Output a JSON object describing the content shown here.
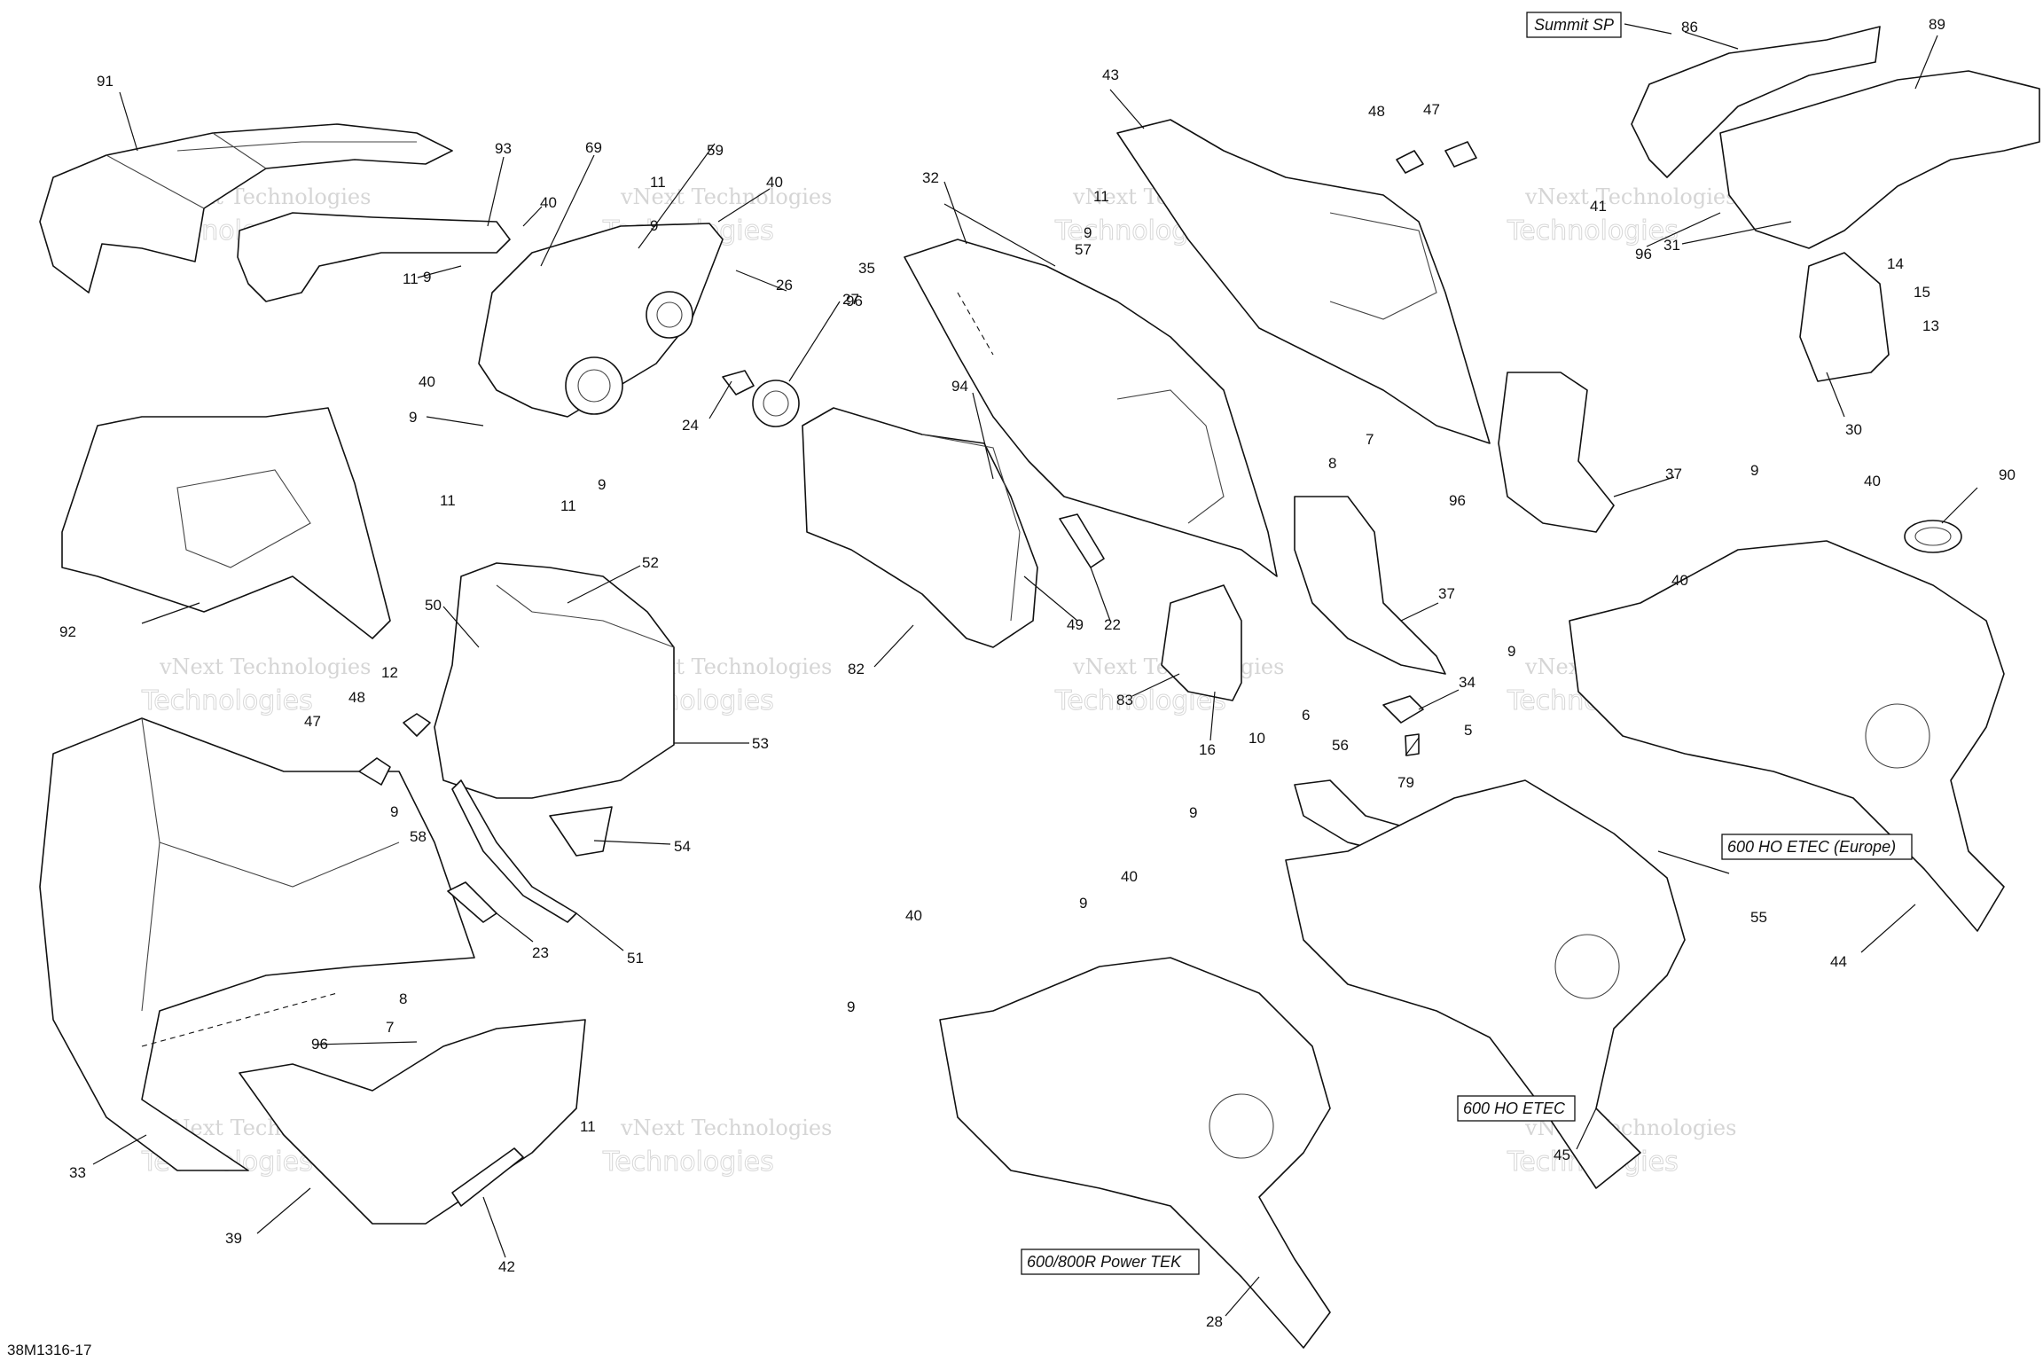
{
  "drawing_number": "38M1316-17",
  "watermark": {
    "line1": "vNext Technologies",
    "line2": "Technologies"
  },
  "variant_labels": {
    "summit_sp": "Summit SP",
    "ho_etec_europe": "600 HO ETEC (Europe)",
    "ho_etec": "600 HO ETEC",
    "power_tek": "600/800R Power TEK"
  },
  "callouts": {
    "c91": "91",
    "c93": "93",
    "c69": "69",
    "c59": "59",
    "c40a": "40",
    "c11a": "11",
    "c9a": "9",
    "c40b": "40",
    "c11b": "11",
    "c9b": "9",
    "c26": "26",
    "c40c": "40",
    "c27": "27",
    "c24": "24",
    "c9c": "9",
    "c11c": "11",
    "c11d": "11",
    "c9d": "9",
    "c92": "92",
    "c52": "52",
    "c50": "50",
    "c53": "53",
    "c12": "12",
    "c48a": "48",
    "c47a": "47",
    "c9e": "9",
    "c58": "58",
    "c54": "54",
    "c23": "23",
    "c51": "51",
    "c8a": "8",
    "c7a": "7",
    "c96a": "96",
    "c33": "33",
    "c11e": "11",
    "c39": "39",
    "c42": "42",
    "c43": "43",
    "c48b": "48",
    "c47b": "47",
    "c32": "32",
    "c11f": "11",
    "c9f": "9",
    "c57": "57",
    "c35": "35",
    "c96b": "96",
    "c94": "94",
    "c82": "82",
    "c49": "49",
    "c22": "22",
    "c8b": "8",
    "c7b": "7",
    "c96c": "96",
    "c37a": "37",
    "c37b": "37",
    "c83": "83",
    "c16": "16",
    "c10": "10",
    "c6": "6",
    "c34": "34",
    "c5": "5",
    "c79": "79",
    "c56": "56",
    "c86": "86",
    "c89": "89",
    "c41": "41",
    "c96d": "96",
    "c31": "31",
    "c14": "14",
    "c15": "15",
    "c13": "13",
    "c30": "30",
    "c9g": "9",
    "c40d": "40",
    "c90": "90",
    "c40e": "40",
    "c9h": "9",
    "c55": "55",
    "c44": "44",
    "c9i": "9",
    "c40f": "40",
    "c9j": "9",
    "c40g": "40",
    "c9k": "9",
    "c45": "45",
    "c28": "28"
  }
}
